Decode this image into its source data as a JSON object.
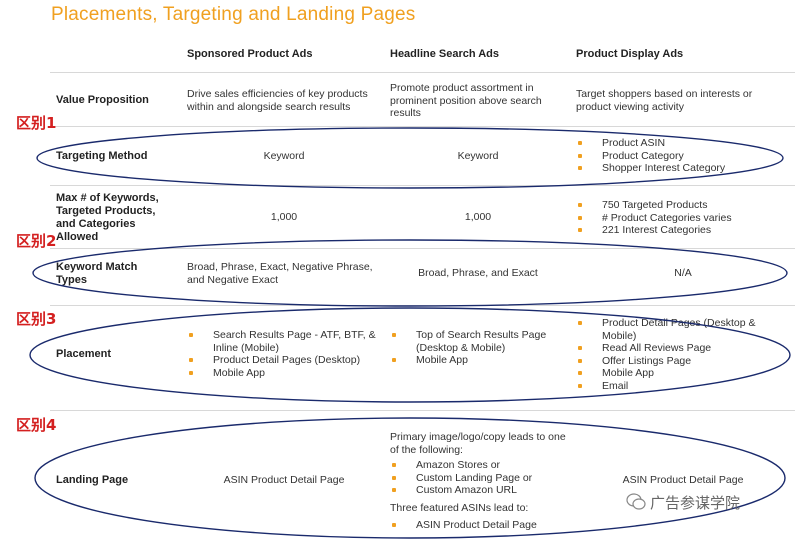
{
  "title": "Placements, Targeting and Landing Pages",
  "columns": [
    "Sponsored Product Ads",
    "Headline Search Ads",
    "Product Display Ads"
  ],
  "zones": [
    "区别1",
    "区别2",
    "区别3",
    "区别4"
  ],
  "rows": {
    "value_proposition": {
      "label": "Value Proposition",
      "sponsored": "Drive sales efficiencies of key products within and alongside search results",
      "headline": "Promote product assortment in prominent position above search results",
      "display": "Target shoppers based on interests or product viewing activity"
    },
    "targeting_method": {
      "label": "Targeting Method",
      "sponsored": "Keyword",
      "headline": "Keyword",
      "display": [
        "Product ASIN",
        "Product Category",
        "Shopper Interest Category"
      ]
    },
    "max_keywords": {
      "label": "Max # of Keywords, Targeted Products, and Categories Allowed",
      "sponsored": "1,000",
      "headline": "1,000",
      "display": [
        "750 Targeted Products",
        "# Product Categories varies",
        "221 Interest Categories"
      ]
    },
    "match_types": {
      "label": "Keyword Match Types",
      "sponsored": "Broad, Phrase, Exact, Negative Phrase, and Negative Exact",
      "headline": "Broad, Phrase, and Exact",
      "display": "N/A"
    },
    "placement": {
      "label": "Placement",
      "sponsored": [
        "Search Results Page - ATF, BTF, & Inline (Mobile)",
        "Product Detail Pages (Desktop)",
        "Mobile App"
      ],
      "headline": [
        "Top of Search Results Page (Desktop & Mobile)",
        "Mobile App"
      ],
      "display": [
        "Product Detail Pages (Desktop & Mobile)",
        "Read All Reviews Page",
        "Offer Listings Page",
        "Mobile App",
        "Email"
      ]
    },
    "landing_page": {
      "label": "Landing Page",
      "sponsored": "ASIN Product Detail Page",
      "headline_intro": "Primary image/logo/copy leads to one of the following:",
      "headline_list": [
        "Amazon Stores or",
        "Custom Landing Page or",
        "Custom Amazon URL"
      ],
      "headline_intro2": "Three featured ASINs lead to:",
      "headline_list2": [
        "ASIN Product Detail Page"
      ],
      "display": "ASIN Product Detail Page"
    }
  },
  "watermark": "广告参谋学院",
  "colors": {
    "title": "#f0a020",
    "bullet": "#f0a020",
    "zone_label": "#d42020",
    "oval": "#1a2a6c"
  }
}
